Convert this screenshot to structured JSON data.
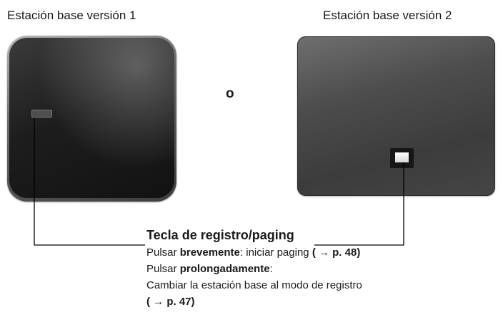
{
  "captions": {
    "base1": "Estación base versión 1",
    "base2": "Estación base versión 2",
    "or": "o"
  },
  "instructions": {
    "title": "Tecla de registro/paging",
    "short_press": {
      "prefix": "Pulsar ",
      "emphasis": "brevemente",
      "text": ": iniciar paging ",
      "ref": "( → p. 48)"
    },
    "long_press": {
      "prefix": "Pulsar ",
      "emphasis": "prolongadamente",
      "suffix": ":"
    },
    "long_press_action": "Cambiar la estación base al modo de registro",
    "long_press_ref": "( → p. 47)"
  },
  "icons": {
    "base1": "base-station-v1-icon",
    "base2": "base-station-v2-icon",
    "arrow": "arrow-right-icon"
  }
}
